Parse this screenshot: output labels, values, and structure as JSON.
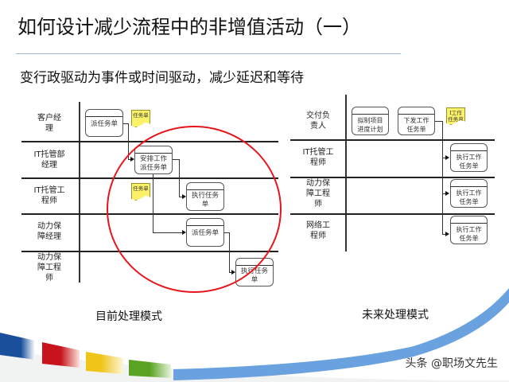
{
  "header": {
    "title": "如何设计减少流程中的非增值活动（一）",
    "subtitle": "变行政驱动为事件或时间驱动，减少延迟和等待"
  },
  "current_mode": {
    "caption": "目前处理模式",
    "lanes": [
      {
        "label": "客户经\n理"
      },
      {
        "label": "IT托管部\n经理"
      },
      {
        "label": "IT托管工\n程师"
      },
      {
        "label": "动力保\n障经理"
      },
      {
        "label": "动力保\n障工程\n师"
      }
    ],
    "processes": [
      {
        "label": "派任务单"
      },
      {
        "label": "安排工作\n派任务单"
      },
      {
        "label": "执行任务\n单"
      },
      {
        "label": "派任务单"
      },
      {
        "label": "执行任务\n单"
      }
    ],
    "documents": [
      {
        "label": "任务单"
      },
      {
        "label": "任务单"
      }
    ],
    "highlight_color": "#e8141b"
  },
  "future_mode": {
    "caption": "未来处理模式",
    "lanes": [
      {
        "label": "交付负\n责人"
      },
      {
        "label": "IT托管工\n程师"
      },
      {
        "label": "动力保\n障工程\n师"
      },
      {
        "label": "网络工\n程师"
      }
    ],
    "processes": [
      {
        "label": "拟制项目\n进度计划"
      },
      {
        "label": "下发工作\n任务单"
      },
      {
        "label": "执行工作\n任务单"
      },
      {
        "label": "执行工作\n任务单"
      },
      {
        "label": "执行工作\n任务单"
      }
    ],
    "documents": [
      {
        "label": "I工作\n任务单"
      }
    ]
  },
  "footer": {
    "watermark": "头条 @职场文先生",
    "band_colors": [
      "#1a4f9c",
      "#c8141c",
      "#f0c419",
      "#5aa322",
      "#6aa2e0"
    ]
  }
}
